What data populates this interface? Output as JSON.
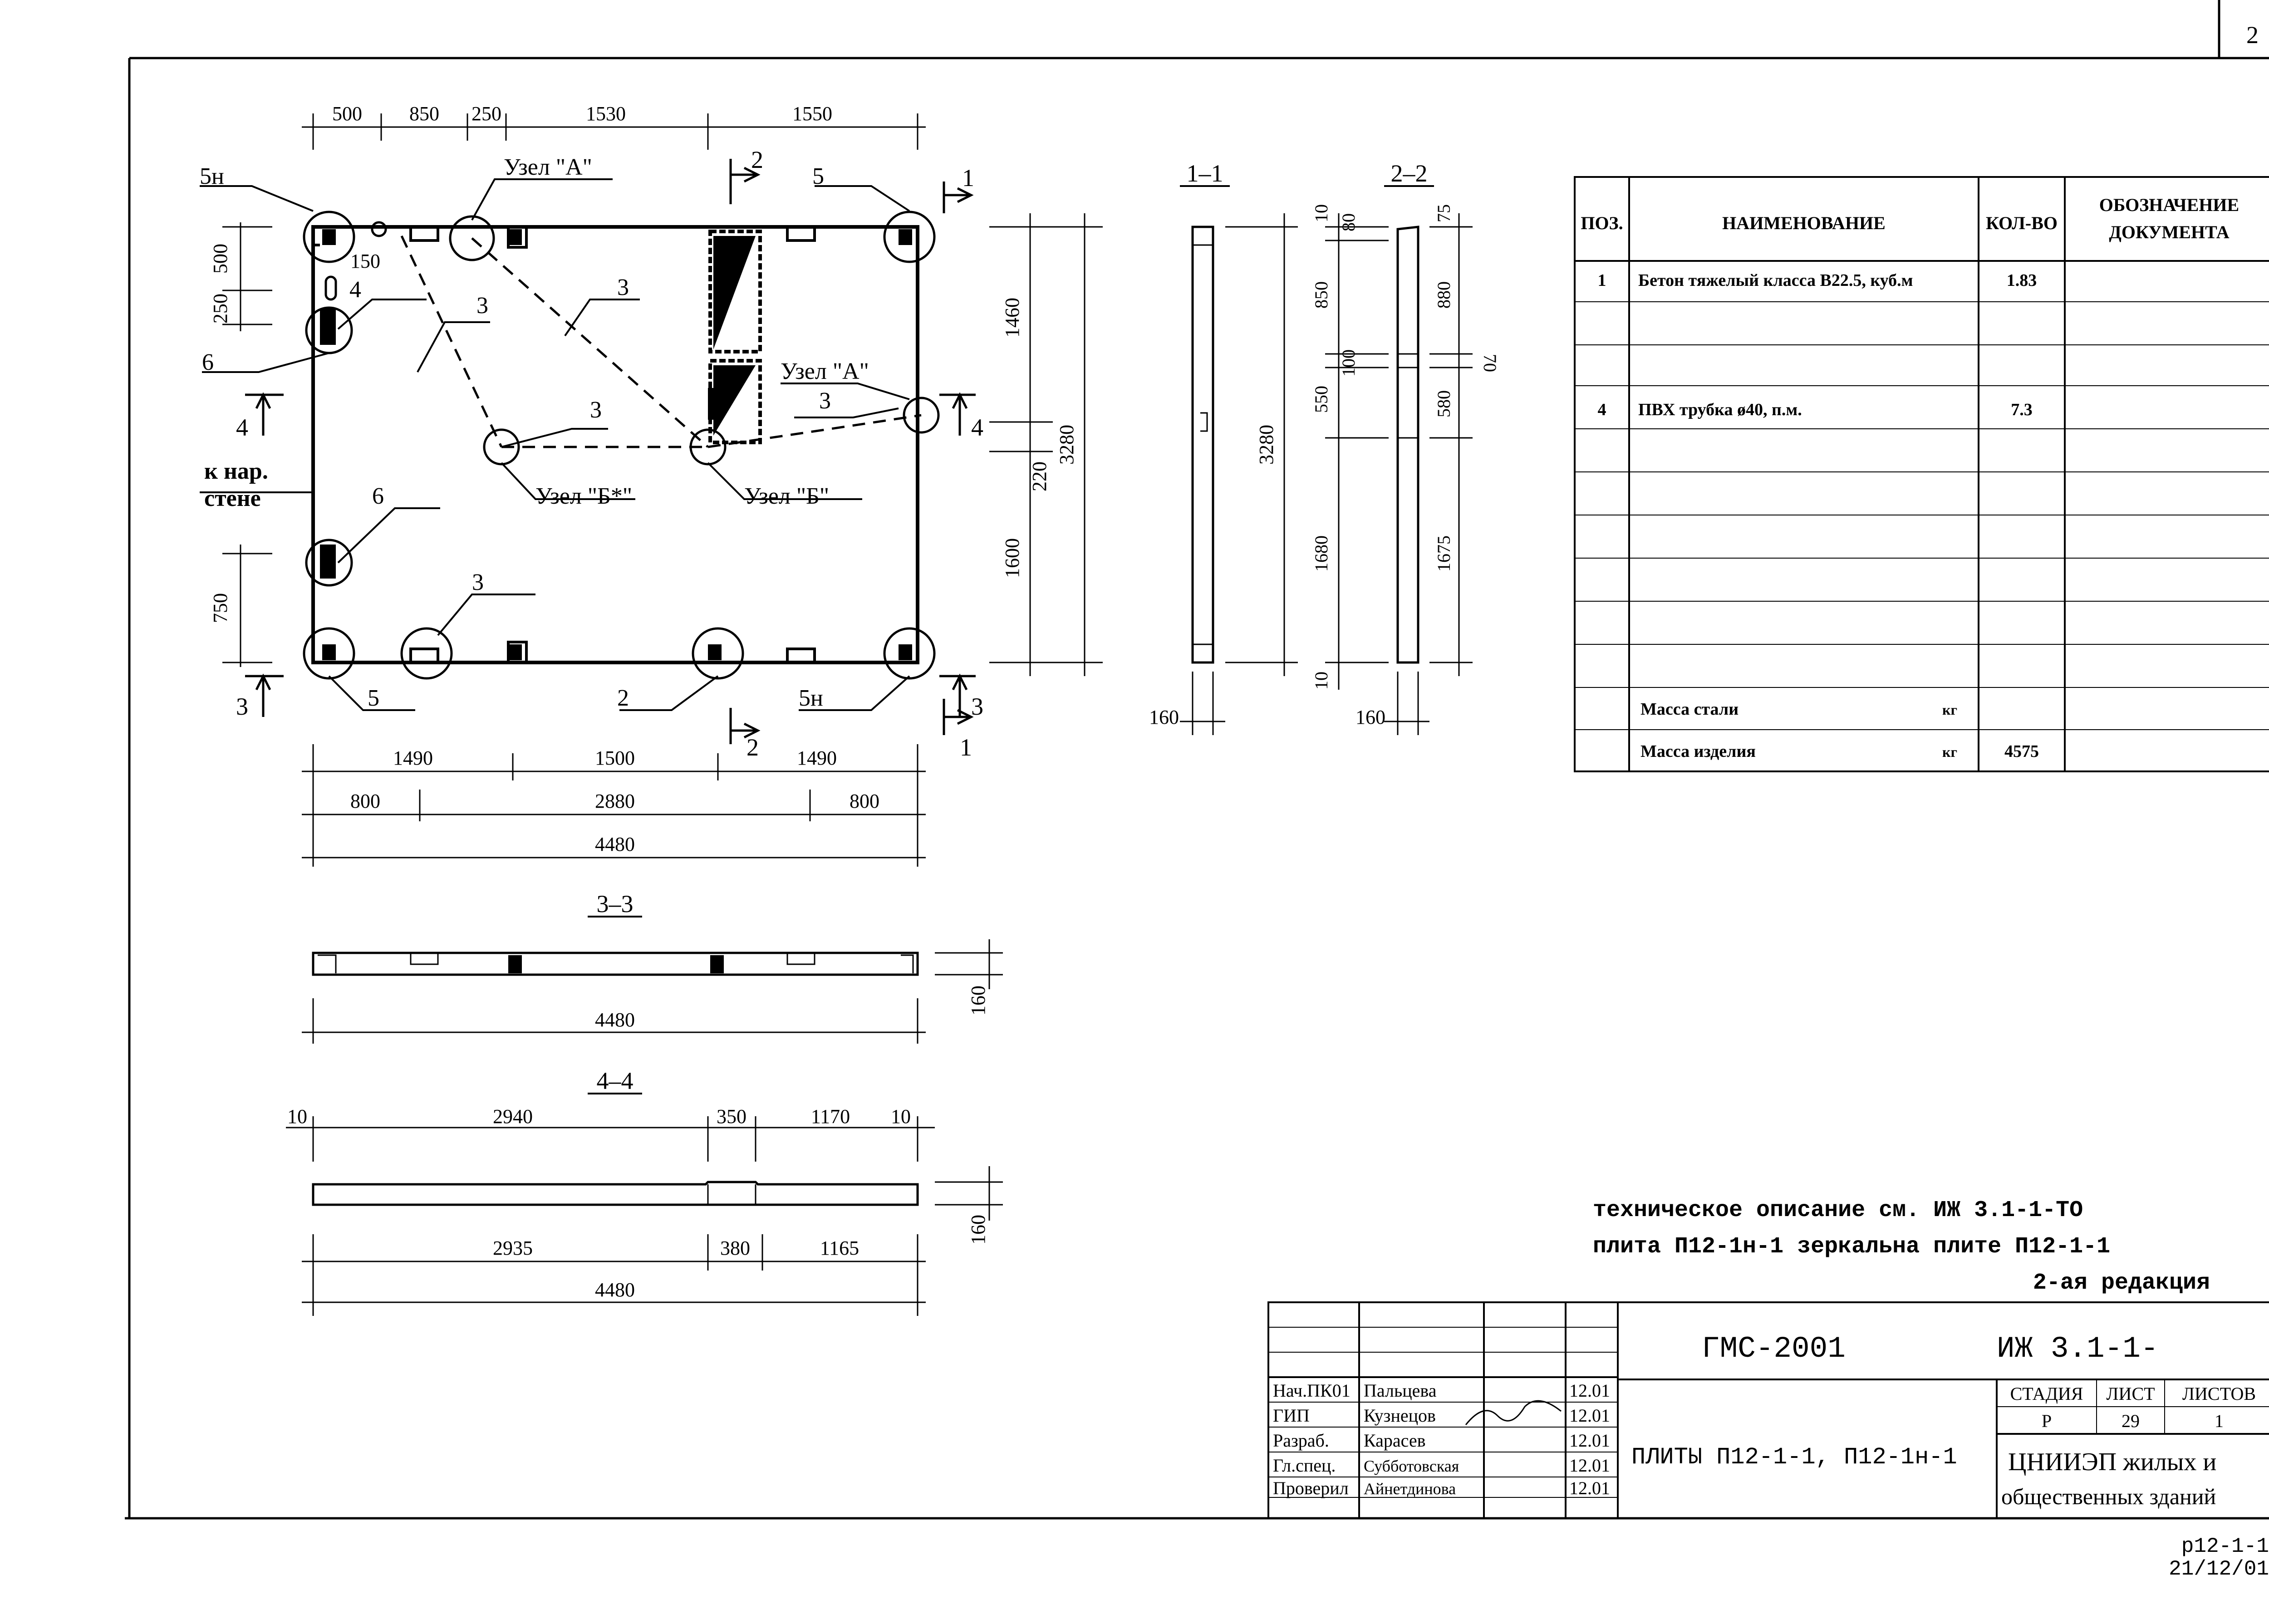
{
  "sheet_corner": "2",
  "plan": {
    "top_dims": [
      "500",
      "850",
      "250",
      "1530",
      "1550"
    ],
    "bottom_dims_1": [
      "1490",
      "1500",
      "1490"
    ],
    "bottom_dims_2": [
      "800",
      "2880",
      "800"
    ],
    "bottom_total": "4480",
    "left_dims": [
      "500",
      "250",
      "750"
    ],
    "left_dim_150": "150",
    "right_dims": [
      "1460",
      "1600"
    ],
    "right_dim_220": "220",
    "right_total": "3280",
    "marks": {
      "m5n_tl": "5н",
      "m5_tr": "5",
      "m5_bl": "5",
      "m5n_br": "5н",
      "m4": "4",
      "m6_top": "6",
      "m6_mid": "6",
      "m3_a": "3",
      "m3_b": "3",
      "m3_c": "3",
      "m3_d": "3",
      "m3_bottom": "3",
      "m2_bottom": "2"
    },
    "nodes": {
      "a_top": "Узел \"А\"",
      "a_right": "Узел \"А\"",
      "b_star": "Узел \"Б*\"",
      "b": "Узел \"Б\""
    },
    "to_wall_1": "к нар.",
    "to_wall_2": "стене",
    "cut_1_top": "1",
    "cut_1_bottom": "1",
    "cut_2_top": "2",
    "cut_2_bottom": "2",
    "cut_3_left": "3",
    "cut_3_right": "3",
    "cut_4_left": "4",
    "cut_4_right": "4"
  },
  "section_1_1": {
    "title": "1–1",
    "height": "3280",
    "width": "160"
  },
  "section_2_2": {
    "title": "2–2",
    "left_dims": [
      "10",
      "80",
      "850",
      "100",
      "550",
      "1680",
      "10"
    ],
    "right_dims": [
      "75",
      "880",
      "70",
      "580",
      "1675"
    ],
    "width": "160"
  },
  "section_3_3": {
    "title": "3–3",
    "length": "4480",
    "height": "160"
  },
  "section_4_4": {
    "title": "4–4",
    "top_dims": [
      "10",
      "2940",
      "350",
      "1170",
      "10"
    ],
    "bottom_dims": [
      "2935",
      "380",
      "1165"
    ],
    "total": "4480",
    "height": "160"
  },
  "spec_table": {
    "headers": {
      "pos": "ПОЗ.",
      "name": "НАИМЕНОВАНИЕ",
      "qty": "КОЛ-ВО",
      "doc_1": "ОБОЗНАЧЕНИЕ",
      "doc_2": "ДОКУМЕНТА"
    },
    "rows": [
      {
        "pos": "1",
        "name": "Бетон тяжелый класса В22.5, куб.м",
        "qty": "1.83"
      },
      {
        "pos": "4",
        "name": "ПВХ трубка ø40, п.м.",
        "qty": "7.3"
      }
    ],
    "steel_mass_label": "Масса стали",
    "steel_unit": "кг",
    "item_mass_label": "Масса изделия",
    "item_unit": "кг",
    "item_mass": "4575"
  },
  "notes": [
    "техническое описание   см.  ИЖ 3.1-1-ТО",
    "плита П12-1н-1 зеркальна плите П12-1-1",
    "2-ая редакция"
  ],
  "title_block": {
    "code": "ГМС-2001",
    "doc": "ИЖ 3.1-1-",
    "title": "ПЛИТЫ П12-1-1, П12-1н-1",
    "stage_label": "СТАДИЯ",
    "sheet_label": "ЛИСТ",
    "sheets_label": "ЛИСТОВ",
    "stage": "Р",
    "sheet": "29",
    "sheets": "1",
    "org_1": "ЦНИИЭП жилых и",
    "org_2": "общественных зданий",
    "people": [
      {
        "role": "Нач.ПК01",
        "name": "Пальцева",
        "date": "12.01"
      },
      {
        "role": "ГИП",
        "name": "Кузнецов",
        "date": "12.01"
      },
      {
        "role": "Разраб.",
        "name": "Карасев",
        "date": "12.01"
      },
      {
        "role": "Гл.спец.",
        "name": "Субботовская",
        "date": "12.01"
      },
      {
        "role": "Проверил",
        "name": "Айнетдинова",
        "date": "12.01"
      }
    ]
  },
  "file_ref_1": "p12-1-1",
  "file_ref_2": "21/12/01"
}
